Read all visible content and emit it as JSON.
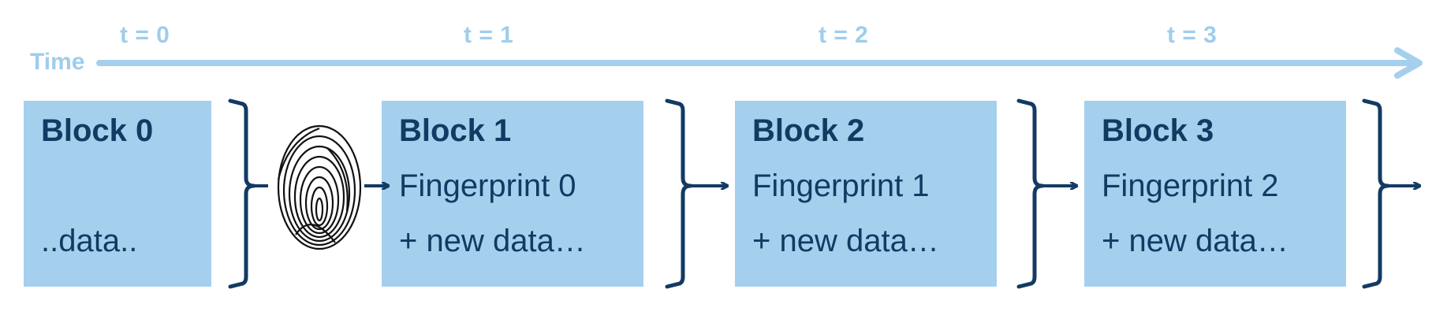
{
  "timeline": {
    "label": "Time",
    "ticks": [
      "t = 0",
      "t = 1",
      "t = 2",
      "t = 3"
    ]
  },
  "blocks": [
    {
      "title": "Block 0",
      "line1": "",
      "line2": "..data.."
    },
    {
      "title": "Block 1",
      "line1": "Fingerprint  0",
      "line2": "+ new data…"
    },
    {
      "title": "Block 2",
      "line1": "Fingerprint  1",
      "line2": "+ new data…"
    },
    {
      "title": "Block 3",
      "line1": "Fingerprint  2",
      "line2": "+ new data…"
    }
  ],
  "icons": {
    "fingerprint": "fingerprint-icon"
  },
  "colors": {
    "timeline": "#9fcdec",
    "block_fill": "#a5d0ed",
    "ink": "#133a63"
  }
}
